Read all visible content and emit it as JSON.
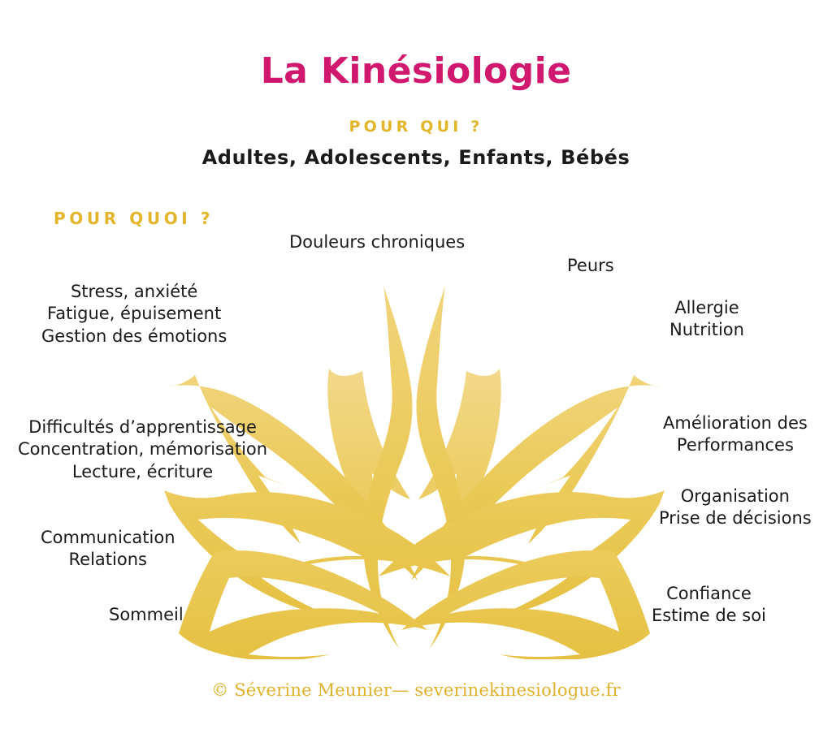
{
  "page": {
    "background_color": "#ffffff",
    "text_color": "#1a1a1a",
    "title_color": "#D0186E",
    "gold_color": "#E3B52A",
    "petal_color_light": "#EFCF6B",
    "petal_color_mid": "#EBC857",
    "petal_color_deep": "#E8C244"
  },
  "header": {
    "title": "La Kinésiologie",
    "pour_qui_label": "POUR QUI ?",
    "audience": "Adultes, Adolescents, Enfants, Bébés"
  },
  "section": {
    "pour_quoi_label": "POUR QUOI ?"
  },
  "themes": [
    {
      "id": "douleurs",
      "lines": [
        "Douleurs chroniques"
      ]
    },
    {
      "id": "peurs",
      "lines": [
        "Peurs"
      ]
    },
    {
      "id": "allergie",
      "lines": [
        "Allergie",
        "Nutrition"
      ]
    },
    {
      "id": "stress",
      "lines": [
        "Stress, anxiété",
        "Fatigue, épuisement",
        "Gestion des émotions"
      ]
    },
    {
      "id": "apprentissage",
      "lines": [
        "Difficultés d’apprentissage",
        "Concentration, mémorisation",
        "Lecture, écriture"
      ]
    },
    {
      "id": "performances",
      "lines": [
        "Amélioration des",
        "Performances"
      ]
    },
    {
      "id": "organisation",
      "lines": [
        "Organisation",
        "Prise de décisions"
      ]
    },
    {
      "id": "communication",
      "lines": [
        "Communication",
        "Relations"
      ]
    },
    {
      "id": "confiance",
      "lines": [
        "Confiance",
        "Estime de soi"
      ]
    },
    {
      "id": "sommeil",
      "lines": [
        "Sommeil"
      ]
    }
  ],
  "theme_text": {
    "douleurs_l1": "Douleurs chroniques",
    "peurs_l1": "Peurs",
    "allergie_l1": "Allergie",
    "allergie_l2": "Nutrition",
    "stress_l1": "Stress, anxiété",
    "stress_l2": "Fatigue, épuisement",
    "stress_l3": "Gestion des émotions",
    "apprentissage_l1": "Difficultés d’apprentissage",
    "apprentissage_l2": "Concentration, mémorisation",
    "apprentissage_l3": "Lecture, écriture",
    "performances_l1": "Amélioration des",
    "performances_l2": "Performances",
    "organisation_l1": "Organisation",
    "organisation_l2": "Prise de décisions",
    "communication_l1": "Communication",
    "communication_l2": "Relations",
    "confiance_l1": "Confiance",
    "confiance_l2": "Estime de soi",
    "sommeil_l1": "Sommeil"
  },
  "graphic": {
    "name": "lotus-flower",
    "petal_count": 7,
    "description": "Stylised golden lotus flower with seven outlined petals"
  },
  "footer": {
    "credit": "© Séverine Meunier— severinekinesiologue.fr"
  }
}
